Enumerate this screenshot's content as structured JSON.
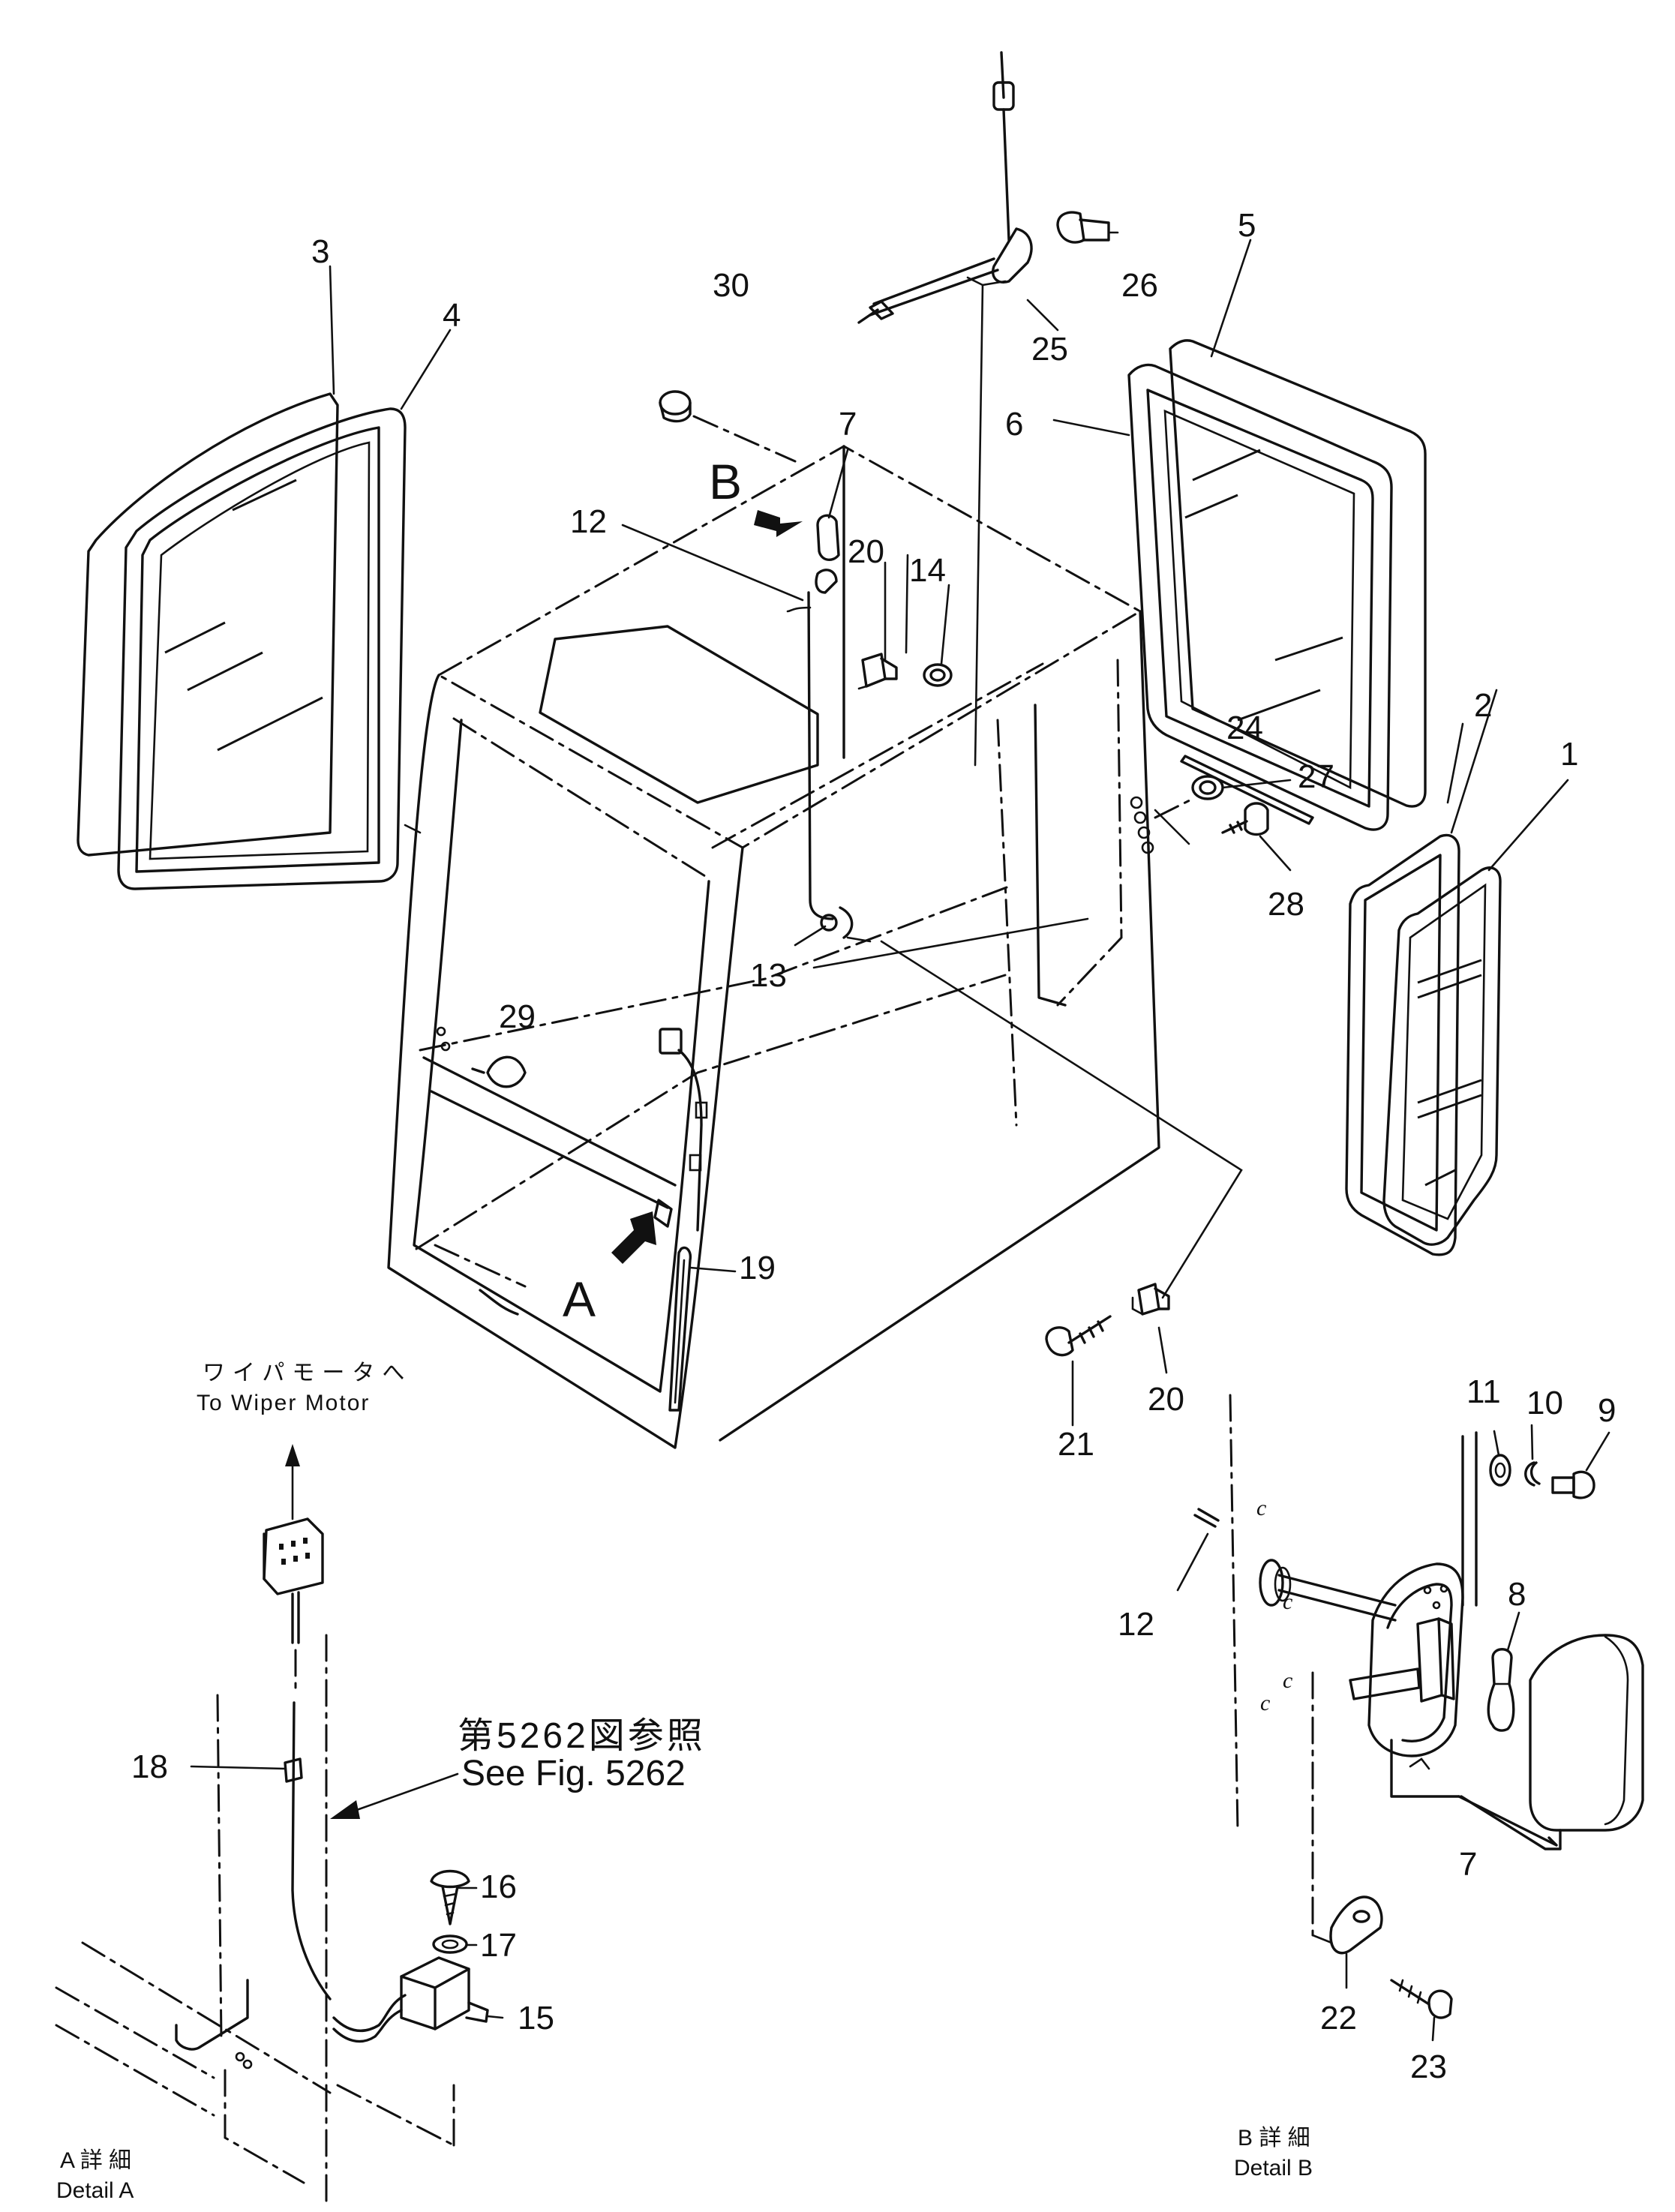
{
  "callouts": {
    "c1": "1",
    "c2": "2",
    "c3": "3",
    "c4": "4",
    "c5": "5",
    "c6": "6",
    "c7a": "7",
    "c7b": "7",
    "c8": "8",
    "c9": "9",
    "c10": "10",
    "c11": "11",
    "c12a": "12",
    "c12b": "12",
    "c13": "13",
    "c14": "14",
    "c15": "15",
    "c16": "16",
    "c17": "17",
    "c18": "18",
    "c19": "19",
    "c20a": "20",
    "c20b": "20",
    "c21": "21",
    "c22": "22",
    "c23": "23",
    "c24": "24",
    "c25": "25",
    "c26": "26",
    "c27": "27",
    "c28": "28",
    "c29": "29",
    "c30": "30"
  },
  "arrow_labels": {
    "a": "A",
    "b": "B"
  },
  "wiper": {
    "jp": "ワイパモータへ",
    "en": "To Wiper Motor"
  },
  "see_fig": {
    "jp": "第5262図参照",
    "en": "See  Fig.  5262"
  },
  "detail_a": {
    "jp": "A 詳 細",
    "en": "Detail A"
  },
  "detail_b": {
    "jp": "B 詳 細",
    "en": "Detail B"
  },
  "connector_marks": "c"
}
